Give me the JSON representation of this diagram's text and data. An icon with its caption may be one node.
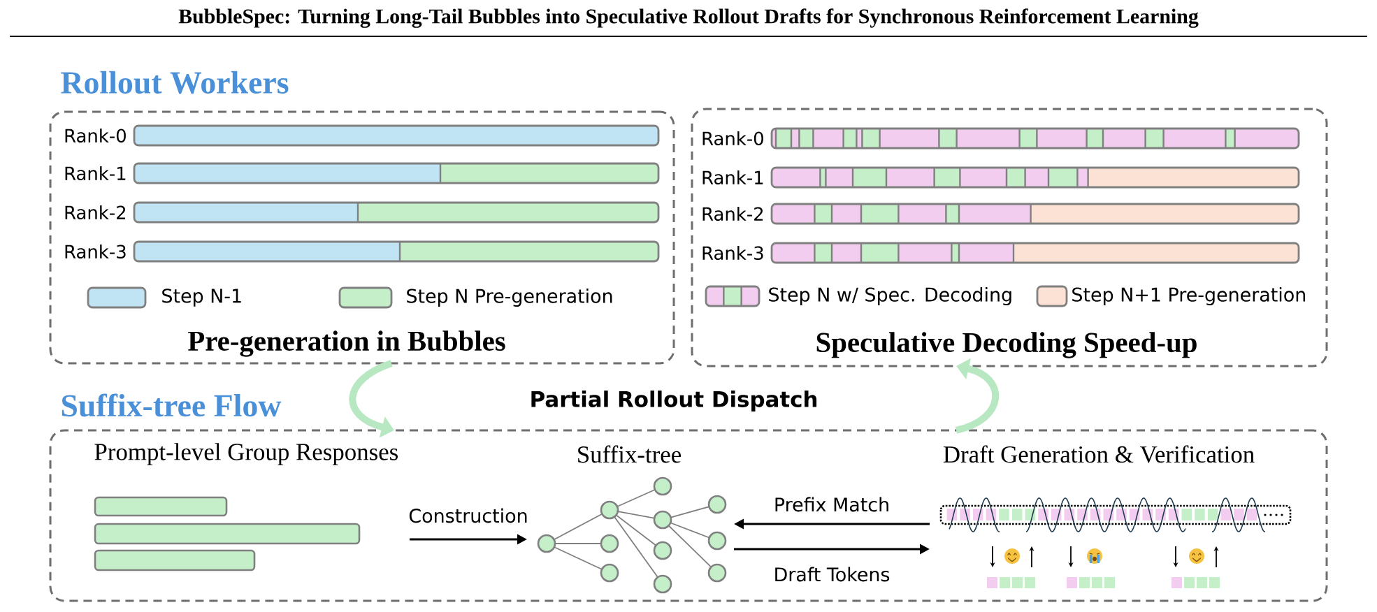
{
  "diagram": {
    "title": "BubbleSpec: Turning Long-Tail Bubbles into Speculative Rollout Drafts for Synchronous Reinforcement Learning",
    "nodes": [
      {
        "text": [
          "Pre-generation in Bubbles"
        ]
      },
      {
        "text": [],
        "shape": "bar",
        "in": 0,
        "beside": [
          "Rank-0"
        ]
      },
      {
        "text": [],
        "shape": "bar",
        "in": 0,
        "beside": [
          "Rank-1"
        ]
      },
      {
        "text": [],
        "shape": "bar",
        "in": 0,
        "beside": [
          "Rank-2"
        ]
      },
      {
        "text": [],
        "shape": "bar",
        "in": 0,
        "beside": [
          "Rank-3"
        ]
      },
      {
        "text": [
          "Speculative Decoding Speed-up"
        ]
      },
      {
        "text": [],
        "shape": "bar",
        "in": 5,
        "beside": [
          "Rank-0"
        ]
      },
      {
        "text": [],
        "shape": "bar",
        "in": 5,
        "beside": [
          "Rank-1"
        ]
      },
      {
        "text": [],
        "shape": "bar",
        "in": 5,
        "beside": [
          "Rank-2"
        ]
      },
      {
        "text": [],
        "shape": "bar",
        "in": 5,
        "beside": [
          "Rank-3"
        ]
      },
      {
        "text": [
          "Suffix-tree Flow"
        ]
      },
      {
        "text": [
          "Prompt-level Group Responses"
        ],
        "in": 10
      },
      {
        "text": [
          "Suffix-tree"
        ],
        "in": 10
      },
      {
        "text": [
          "Draft Generation & Verification"
        ],
        "in": 10
      }
    ],
    "edges": [
      {
        "from": 0,
        "to": 10,
        "arrow": "to",
        "style": "thick",
        "color": "#b8e8c2"
      },
      {
        "from": 10,
        "to": 5,
        "arrow": "to",
        "style": "thick",
        "color": "#b8e8c2"
      },
      {
        "from": 11,
        "to": 12,
        "arrow": "to",
        "label": "Construction"
      },
      {
        "from": 13,
        "to": 12,
        "arrow": "to",
        "label": "Prefix Match"
      },
      {
        "from": 12,
        "to": 13,
        "arrow": "to",
        "label": "Draft Tokens"
      }
    ],
    "labels": [
      "Rollout Workers",
      "Partial Rollout Dispatch"
    ],
    "legend": [
      {
        "text": "Step N-1",
        "color": "#c0e4f4"
      },
      {
        "text": "Step N Pre-generation",
        "color": "#c4efc9"
      },
      {
        "text": "Step N w/ Spec. Decoding"
      },
      {
        "text": "Step N+1 Pre-generation",
        "color": "#fbe2d4"
      }
    ]
  }
}
